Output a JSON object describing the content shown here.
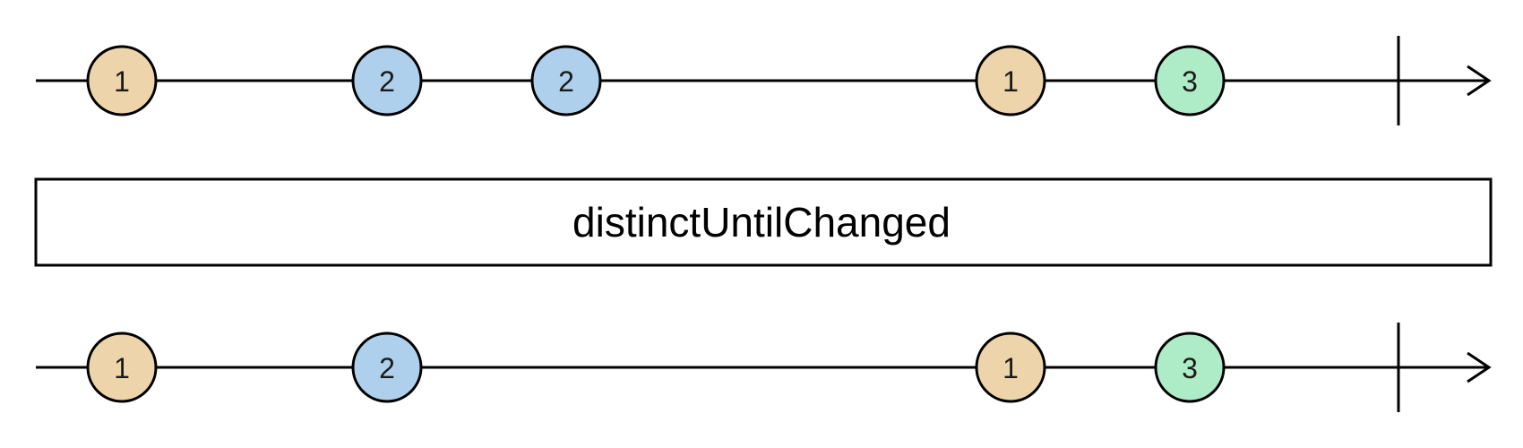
{
  "operator": {
    "name": "distinctUntilChanged"
  },
  "colors": {
    "value_1": "#eed4aa",
    "value_2": "#afd0ec",
    "value_3": "#aeecc8",
    "stroke": "#000000"
  },
  "input_timeline": {
    "completed": true,
    "marbles": [
      {
        "label": "1",
        "color": "#eed4aa",
        "time": 0.06
      },
      {
        "label": "2",
        "color": "#afd0ec",
        "time": 0.245
      },
      {
        "label": "2",
        "color": "#afd0ec",
        "time": 0.37
      },
      {
        "label": "1",
        "color": "#eed4aa",
        "time": 0.68
      },
      {
        "label": "3",
        "color": "#aeecc8",
        "time": 0.805
      }
    ]
  },
  "output_timeline": {
    "completed": true,
    "marbles": [
      {
        "label": "1",
        "color": "#eed4aa",
        "time": 0.06
      },
      {
        "label": "2",
        "color": "#afd0ec",
        "time": 0.245
      },
      {
        "label": "1",
        "color": "#eed4aa",
        "time": 0.68
      },
      {
        "label": "3",
        "color": "#aeecc8",
        "time": 0.805
      }
    ]
  }
}
